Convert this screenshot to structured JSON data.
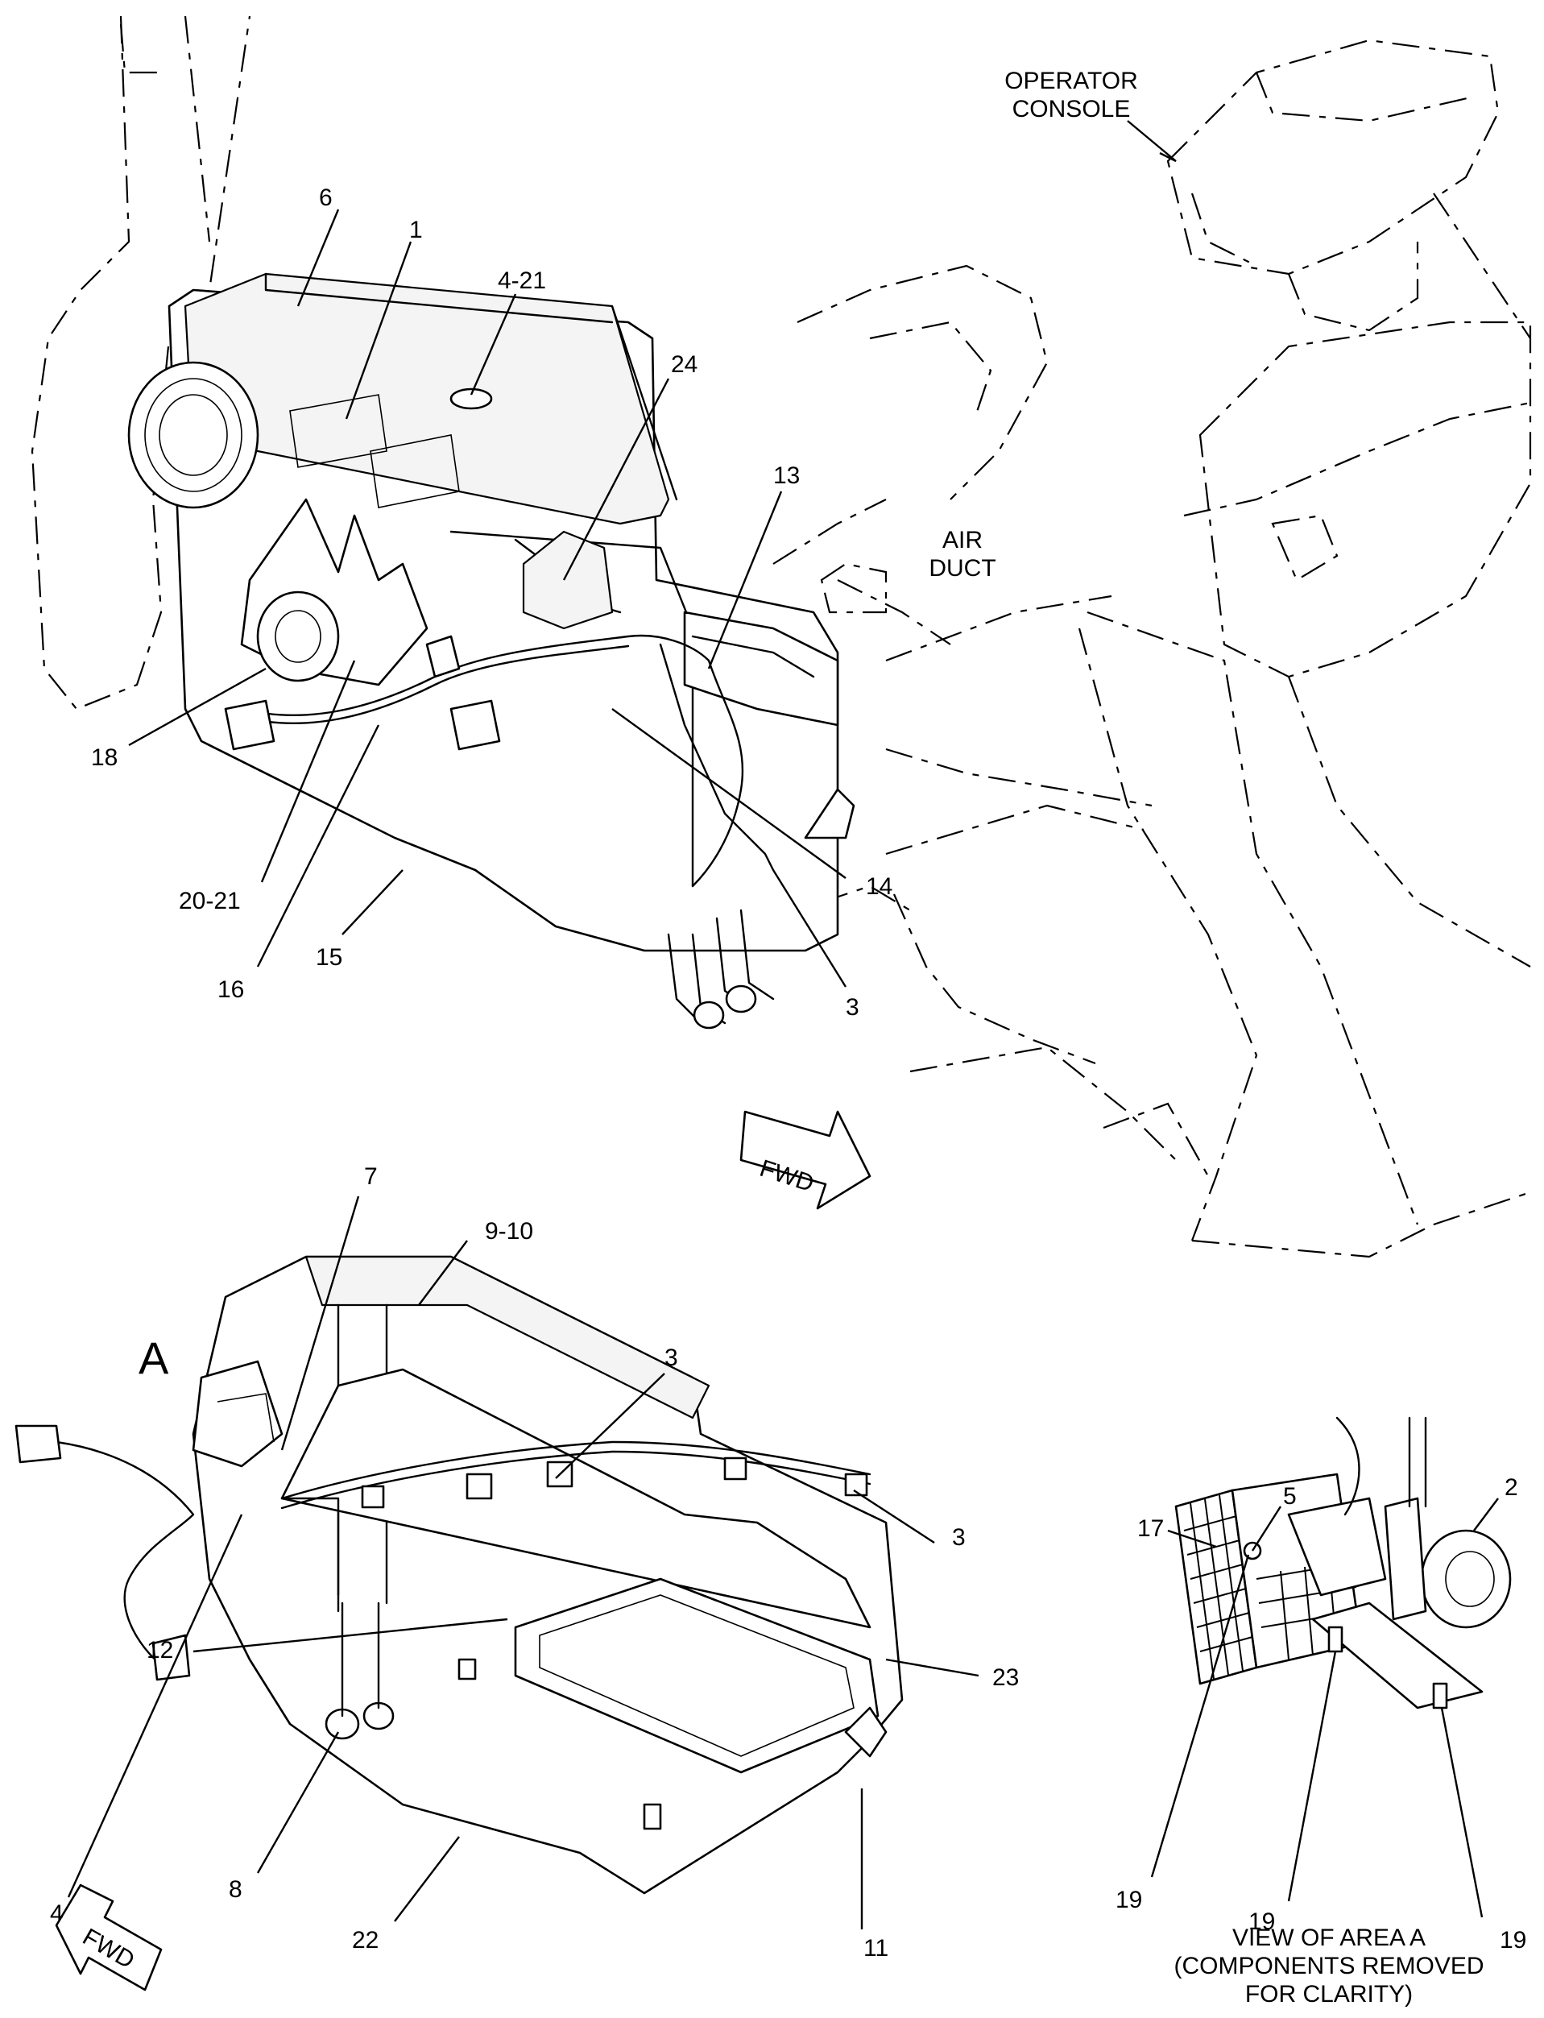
{
  "callouts": {
    "c6": "6",
    "c1": "1",
    "c4_21": "4-21",
    "c24": "24",
    "c13": "13",
    "c18": "18",
    "c20_21": "20-21",
    "c16": "16",
    "c15": "15",
    "c14": "14",
    "c3_top": "3",
    "c7": "7",
    "c9_10": "9-10",
    "c3_mid": "3",
    "c3_right": "3",
    "c4_bottom": "4",
    "c12": "12",
    "c23": "23",
    "c8": "8",
    "c22": "22",
    "c11": "11",
    "c17": "17",
    "c5": "5",
    "c2": "2",
    "c19_a": "19",
    "c19_b": "19",
    "c19_c": "19"
  },
  "labels": {
    "operator_console_line1": "OPERATOR",
    "operator_console_line2": "CONSOLE",
    "air_duct_line1": "AIR",
    "air_duct_line2": "DUCT",
    "view_letter": "A",
    "fwd_top": "FWD",
    "fwd_bottom": "FWD",
    "view_caption_line1": "VIEW OF AREA  A",
    "view_caption_line2": "(COMPONENTS REMOVED",
    "view_caption_line3": "FOR CLARITY)"
  }
}
